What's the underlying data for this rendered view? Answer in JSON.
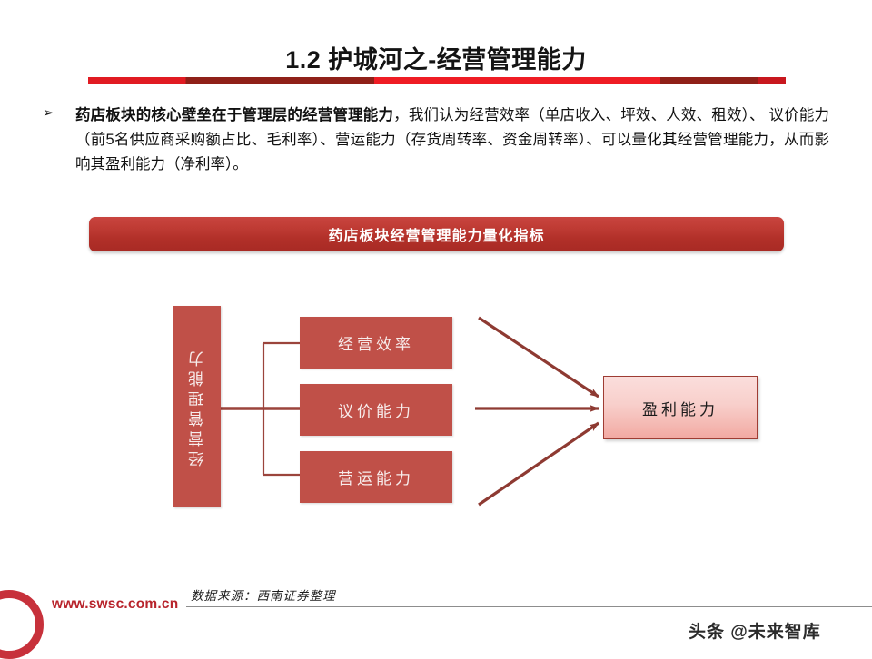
{
  "header": {
    "title": "1.2 护城河之-经营管理能力",
    "divider_colors": [
      "#e11b22",
      "#8f2018",
      "#ef1c24",
      "#c8171e"
    ]
  },
  "body": {
    "bullet_marker": "➢",
    "bold_lead": "药店板块的核心壁垒在于管理层的经营管理能力",
    "rest": "，我们认为经营效率（单店收入、坪效、人效、租效）、 议价能力（前5名供应商采购额占比、毛利率）、营运能力（存货周转率、资金周转率）、可以量化其经营管理能力，从而影响其盈利能力（净利率）。"
  },
  "section_banner": {
    "label": "药店板块经营管理能力量化指标",
    "fill_top": "#c9453f",
    "fill_bottom": "#a82a24",
    "text_color": "#ffffff"
  },
  "diagram": {
    "root_box": {
      "label": "经营管理能力",
      "fill": "#c05048",
      "orientation": "vertical"
    },
    "middle_boxes": [
      {
        "label": "经营效率",
        "fill": "#c05048"
      },
      {
        "label": "议价能力",
        "fill": "#c05048"
      },
      {
        "label": "营运能力",
        "fill": "#c05048"
      }
    ],
    "result_box": {
      "label": "盈利能力",
      "fill_top": "#fbdedc",
      "fill_bottom": "#f2a9a2",
      "border": "#9e3c33"
    },
    "connector_color": "#9b443c",
    "arrow_color": "#8e3a32",
    "arrow_count": 3
  },
  "footer": {
    "url": "www.swsc.com.cn",
    "source": "数据来源：西南证券整理",
    "watermark": "头条 @未来智库",
    "brand_color": "#c21f2a"
  }
}
